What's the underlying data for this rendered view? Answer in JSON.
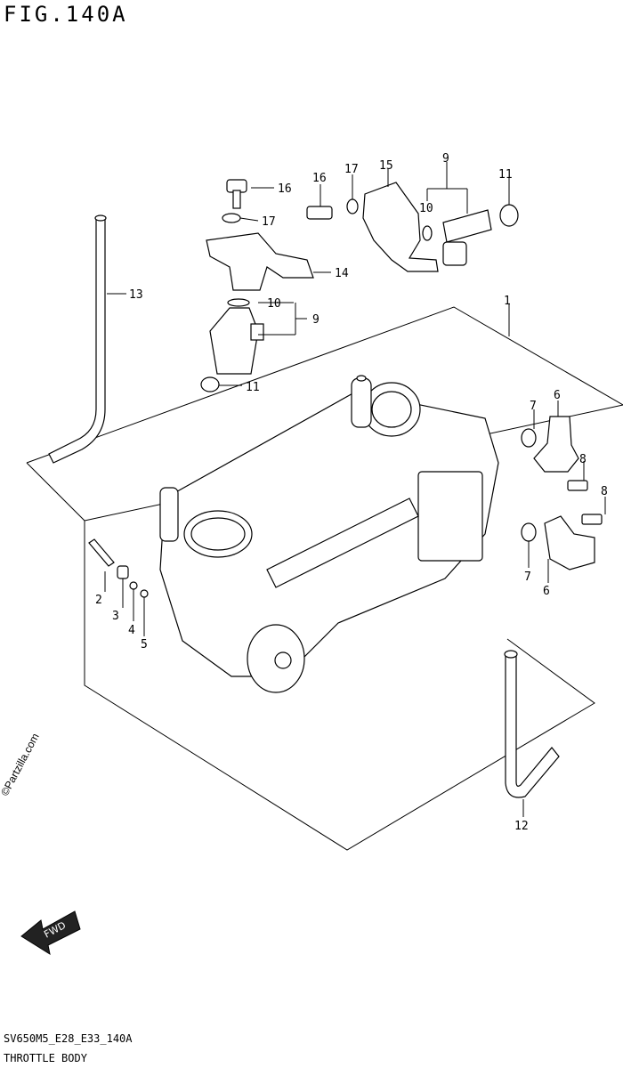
{
  "header": {
    "figure_id": "FIG.140A"
  },
  "footer": {
    "model_code": "SV650M5_E28_E33_140A",
    "caption": "THROTTLE BODY"
  },
  "watermark": "©Partzilla.com",
  "fwd_arrow_label": "FWD",
  "callouts": [
    "1",
    "2",
    "3",
    "4",
    "5",
    "6",
    "6",
    "7",
    "7",
    "8",
    "8",
    "9",
    "9",
    "10",
    "10",
    "11",
    "11",
    "12",
    "13",
    "14",
    "15",
    "16",
    "16",
    "17",
    "17"
  ],
  "icons": [
    "fwd-arrow-icon"
  ]
}
